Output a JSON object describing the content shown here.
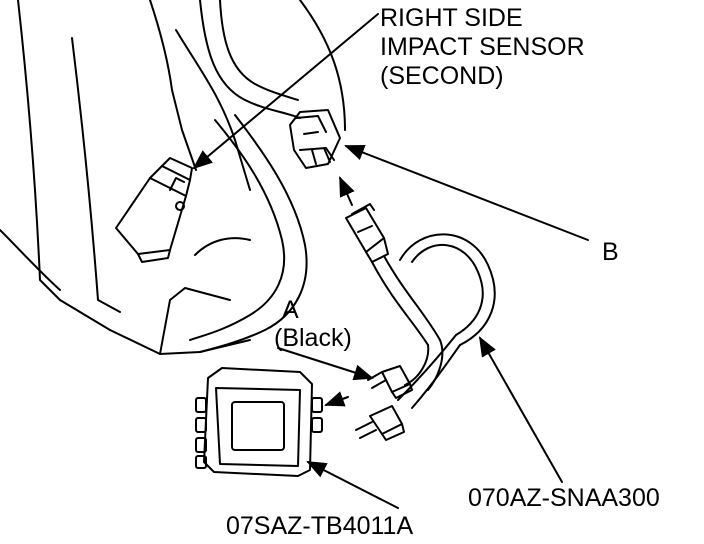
{
  "labels": {
    "sensor_line1": "RIGHT SIDE",
    "sensor_line2": "IMPACT SENSOR",
    "sensor_line3": "(SECOND)",
    "callout_b": "B",
    "callout_a": "A",
    "callout_a_color": "(Black)",
    "harness_part_number": "070AZ-SNAA300",
    "tool_part_number": "07SAZ-TB4011A"
  },
  "colors": {
    "line": "#000000",
    "background": "#ffffff"
  }
}
